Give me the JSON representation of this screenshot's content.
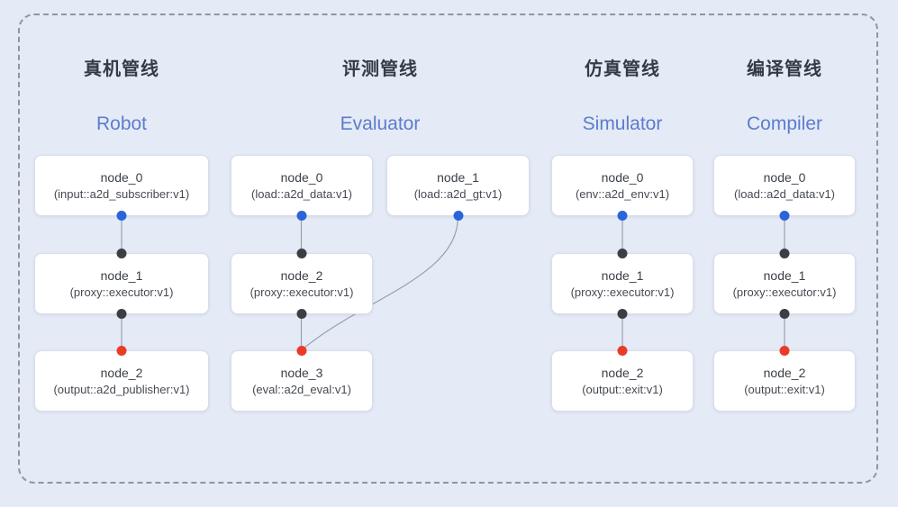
{
  "canvas": {
    "background_color": "#e5eaf7",
    "boundary_border_color": "#8e95a3"
  },
  "colors": {
    "dot_blue": "#2b64d9",
    "dot_black": "#3c3f42",
    "dot_red": "#ea3b28",
    "english_title": "#5b7dcb",
    "chinese_title": "#343b47",
    "edge_line": "#98a0ac"
  },
  "pipelines": [
    {
      "title_zh": "真机管线",
      "title_en": "Robot",
      "nodes": [
        {
          "name": "node_0",
          "type": "(input::a2d_subscriber:v1)"
        },
        {
          "name": "node_1",
          "type": "(proxy::executor:v1)"
        },
        {
          "name": "node_2",
          "type": "(output::a2d_publisher:v1)"
        }
      ]
    },
    {
      "title_zh": "评测管线",
      "title_en": "Evaluator",
      "nodes": [
        {
          "name": "node_0",
          "type": "(load::a2d_data:v1)"
        },
        {
          "name": "node_1",
          "type": "(load::a2d_gt:v1)"
        },
        {
          "name": "node_2",
          "type": "(proxy::executor:v1)"
        },
        {
          "name": "node_3",
          "type": "(eval::a2d_eval:v1)"
        }
      ]
    },
    {
      "title_zh": "仿真管线",
      "title_en": "Simulator",
      "nodes": [
        {
          "name": "node_0",
          "type": "(env::a2d_env:v1)"
        },
        {
          "name": "node_1",
          "type": "(proxy::executor:v1)"
        },
        {
          "name": "node_2",
          "type": "(output::exit:v1)"
        }
      ]
    },
    {
      "title_zh": "编译管线",
      "title_en": "Compiler",
      "nodes": [
        {
          "name": "node_0",
          "type": "(load::a2d_data:v1)"
        },
        {
          "name": "node_1",
          "type": "(proxy::executor:v1)"
        },
        {
          "name": "node_2",
          "type": "(output::exit:v1)"
        }
      ]
    }
  ]
}
